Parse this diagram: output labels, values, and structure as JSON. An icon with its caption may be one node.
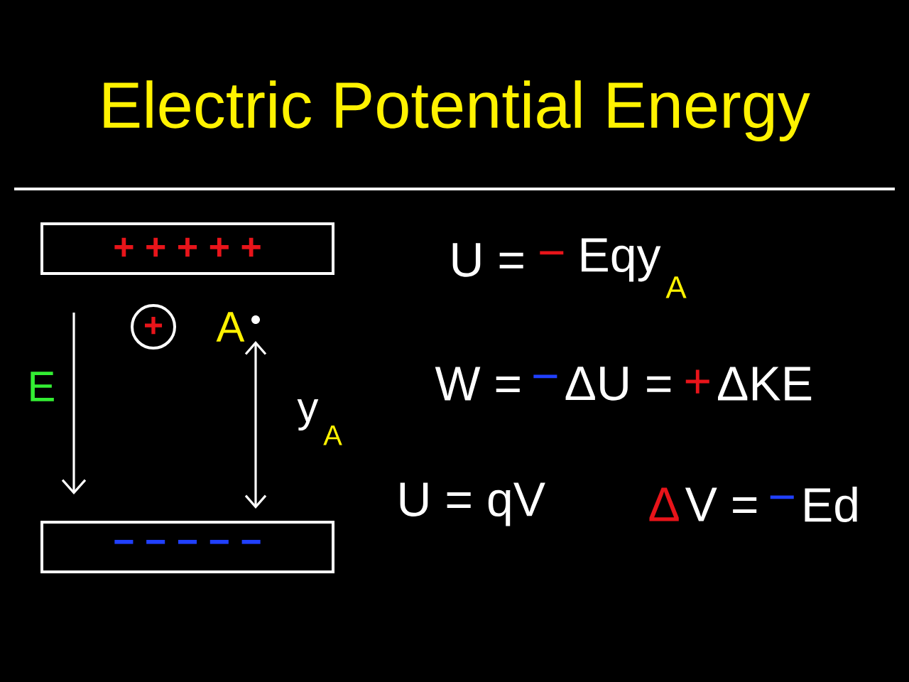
{
  "diagram": {
    "title": "Electric Potential Energy",
    "nodes": [
      {
        "text": [
          "+ + + + +"
        ]
      },
      {
        "text": [
          "− − − − −"
        ]
      },
      {
        "text": [
          "+"
        ]
      }
    ],
    "labels": [
      "E",
      "A",
      "y",
      "A",
      "U =",
      "−",
      "Eqy",
      "A",
      "W =",
      "−",
      "ΔU =",
      "+",
      "ΔKE",
      "U = qV",
      "Δ",
      "V =",
      "−",
      "Ed"
    ]
  }
}
